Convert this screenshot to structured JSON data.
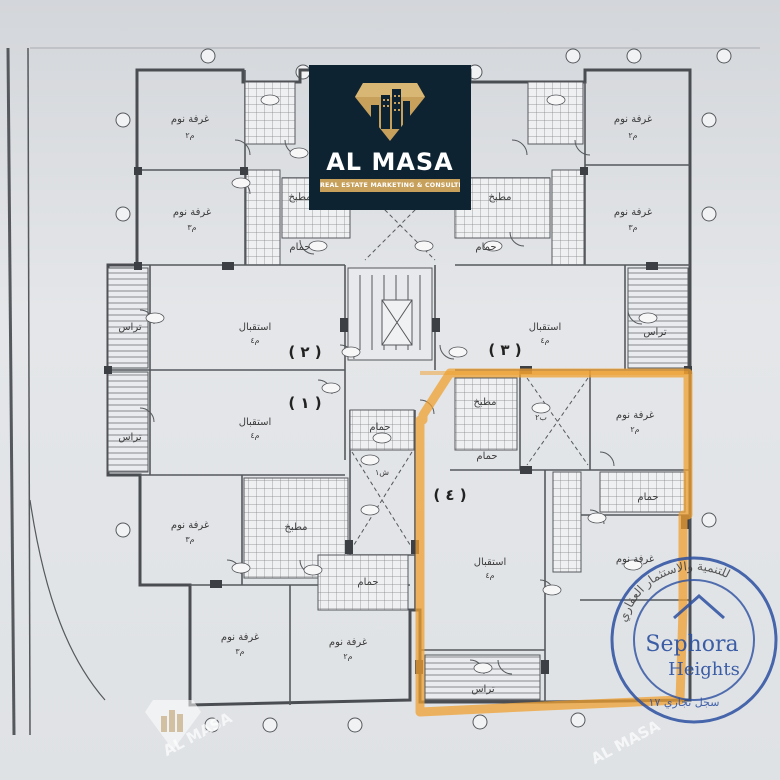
{
  "logo": {
    "name": "AL MASA",
    "tagline": "REAL ESTATE MARKETING & CONSULTING",
    "colors": {
      "background": "#0e2332",
      "gold": "#c7a15c"
    }
  },
  "watermarks": [
    "AL MASA",
    "AL MASA"
  ],
  "stamp": {
    "brand_line1": "Sephora",
    "brand_line2": "Heights",
    "arabic_ring": "للتنمية والاستثمار العقاري",
    "registry": "سجل تجاري ١٧",
    "color": "#2a4fa0"
  },
  "apartments": {
    "a1": "( ١ )",
    "a2": "( ٢ )",
    "a3": "( ٣ )",
    "a4": "( ٤ )",
    "highlight_color": "#f0a030"
  },
  "rooms": {
    "bedroom": "غرفة نوم",
    "reception": "استقبال",
    "kitchen": "مطبخ",
    "bathroom": "حمام",
    "balcony": "تراس"
  },
  "tags": {
    "t1": "م٢",
    "t2": "م٣",
    "t3": "م٤",
    "t4": "ب٢",
    "t5": "ش١"
  }
}
